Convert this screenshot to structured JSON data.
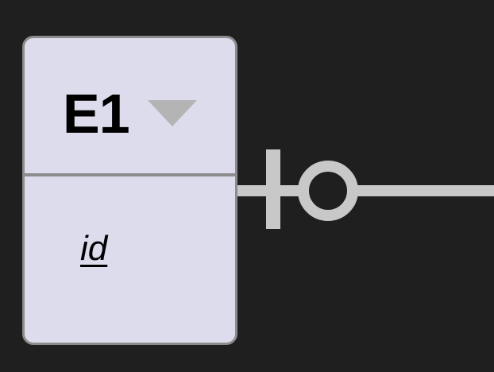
{
  "diagram": {
    "background_color": "#1f1f1f",
    "entity": {
      "name": "E1",
      "fill_color": "#dcdcec",
      "border_color": "#8c8c8c",
      "menu_icon": "triangle-down-icon",
      "attributes": [
        {
          "label": "id",
          "primary_key": true
        }
      ]
    },
    "relationship": {
      "line_color": "#c8c8c8",
      "cardinality_near_entity": "zero-or-one",
      "marks": [
        "bar",
        "circle"
      ]
    }
  }
}
